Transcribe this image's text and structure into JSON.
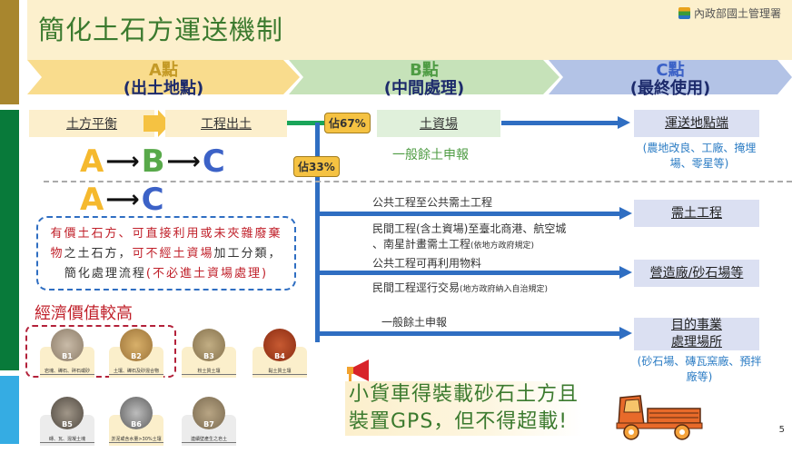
{
  "header": {
    "title": "簡化土石方運送機制",
    "agency": "內政部國土管理署",
    "agency_logo": "agency-logo-icon"
  },
  "stages": [
    {
      "letter": "A點",
      "label": "(出土地點)",
      "color": "#f9dc8d",
      "letter_color": "#c49a26"
    },
    {
      "letter": "B點",
      "label": "(中間處理)",
      "color": "#c6e2b9",
      "letter_color": "#4f9c44"
    },
    {
      "letter": "C點",
      "label": "(最終使用)",
      "color": "#b3c3e6",
      "letter_color": "#3c62c7"
    }
  ],
  "flow_top": {
    "a_step1": "土方平衡",
    "a_step2": "工程出土",
    "badge_67": "佔67%",
    "badge_33": "佔33%",
    "b_box": "土資場",
    "b_note": "一般餘土申報",
    "dest": "運送地點端",
    "dest_note": "(農地改良、工廠、掩埋場、零星等)"
  },
  "route_abc": {
    "a": "A",
    "b": "B",
    "c": "C",
    "arrow": "⟶"
  },
  "route_ac": {
    "a": "A",
    "c": "C",
    "arrow": "⟶"
  },
  "note_box": {
    "part1_red": "有價土石方、可直接利用或未夾雜廢棄物",
    "part2": "之土石方，",
    "part3_red": "可不經土資場",
    "part4": "加工分類，簡化處理流程",
    "part5_red": "(不必進土資場處理)"
  },
  "paths": [
    {
      "label": "公共工程至公共需土工程",
      "small": ""
    },
    {
      "label": "民間工程(含土資場)至臺北商港、航空城",
      "small": ""
    },
    {
      "label": "、南星計畫需土工程",
      "small": "(依地方政府規定)"
    },
    {
      "label": "公共工程可再利用物料",
      "small": ""
    },
    {
      "label": "民間工程逕行交易",
      "small": "(地方政府納入自治規定)"
    },
    {
      "label": "一般餘土申報",
      "small": ""
    }
  ],
  "destinations": [
    {
      "label": "需土工程",
      "note": ""
    },
    {
      "label": "營造廠/砂石場等",
      "note": ""
    },
    {
      "label_line1": "目的事業",
      "label_line2": "處理場所",
      "note": "(砂石場、磚瓦窯廠、預拌廠等)"
    }
  ],
  "economic": {
    "title": "經濟價值較高",
    "soils": [
      {
        "code": "B1",
        "caption": "岩塊、礫石、碎石或砂",
        "color": "#b9a893",
        "card": "yellow"
      },
      {
        "code": "B2",
        "caption": "土壤、礫石及砂混合物",
        "color": "#c49a5a",
        "card": "yellow"
      },
      {
        "code": "B3",
        "caption": "粉土質土壤",
        "color": "#a8946a",
        "card": "yellow"
      },
      {
        "code": "B4",
        "caption": "黏土質土壤",
        "color": "#a9401f",
        "card": "yellow"
      },
      {
        "code": "B5",
        "caption": "磚、瓦、混凝土塊",
        "color": "#7d746b",
        "card": "grey"
      },
      {
        "code": "B6",
        "caption": "淤泥或含水量>30%土壤",
        "color": "#8e8e8e",
        "card": "yellow"
      },
      {
        "code": "B7",
        "caption": "連續壁產生之皂土",
        "color": "#a08e72",
        "card": "grey"
      }
    ]
  },
  "notice": {
    "line1": "小貨車得裝載砂石土方且",
    "line2": "裝置GPS，但不得超載!",
    "icon": "megaphone-icon"
  },
  "page_number": "5",
  "colors": {
    "title_green": "#3b7a2e",
    "arrow_blue": "#2f6ec2",
    "connector_green": "#1aa55a",
    "badge_yellow": "#f5c242",
    "alert_red": "#c0202a"
  }
}
